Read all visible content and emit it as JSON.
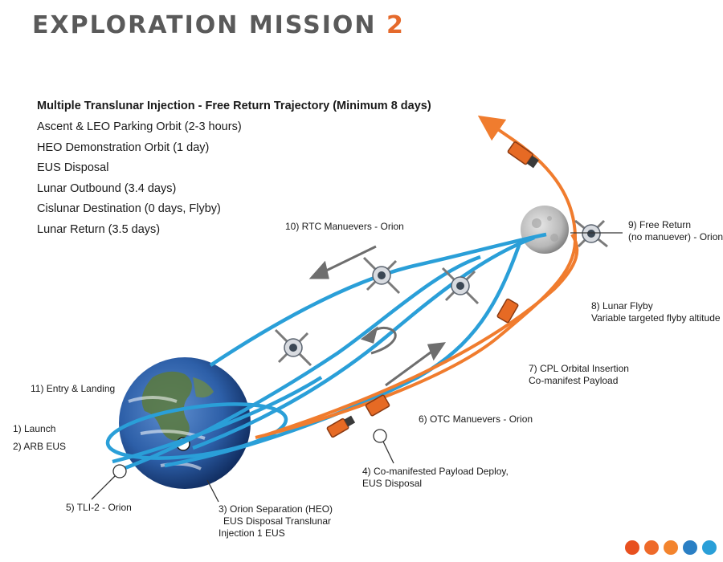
{
  "title": {
    "text": "EXPLORATION MISSION",
    "number": "2"
  },
  "plan": {
    "heading": "Multiple Translunar Injection - Free Return Trajectory (Minimum 8 days)",
    "phases": [
      "Ascent & LEO Parking Orbit (2-3 hours)",
      "HEO Demonstration Orbit (1 day)",
      "EUS Disposal",
      "Lunar Outbound (3.4 days)",
      "Cislunar Destination (0 days, Flyby)",
      "Lunar Return (3.5 days)"
    ]
  },
  "labels": {
    "launch": "1) Launch",
    "arb_eus": "2) ARB EUS",
    "separation": [
      "3) Orion Separation (HEO)",
      "EUS Disposal Translunar",
      "Injection 1 EUS"
    ],
    "payload_deploy": [
      "4) Co-manifested Payload Deploy,",
      "EUS Disposal"
    ],
    "tli2": "5) TLI-2 - Orion",
    "otc": "6) OTC Manuevers - Orion",
    "cpl": [
      "7) CPL Orbital Insertion",
      "Co-manifest Payload"
    ],
    "flyby": [
      "8) Lunar Flyby",
      "Variable targeted flyby altitude"
    ],
    "free_return": [
      "9) Free Return",
      "(no manuever) - Orion"
    ],
    "rtc": "10) RTC Manuevers - Orion",
    "entry": "11) Entry & Landing"
  },
  "colors": {
    "orion_path": "#2a9fd8",
    "payload_path": "#f07c2e",
    "earth_ocean": "#2d5fa8",
    "moon": "#b8b8b8",
    "title_grey": "#5a5a5a",
    "title_accent": "#e56a2c"
  },
  "icons": [
    "earth-icon",
    "moon-icon",
    "orion-spacecraft-icon",
    "eus-stage-icon",
    "direction-arrow-icon"
  ],
  "footer_dots": [
    "#e8501f",
    "#ee6a2a",
    "#f3842e",
    "#2a7fc4",
    "#2a9fd8"
  ]
}
